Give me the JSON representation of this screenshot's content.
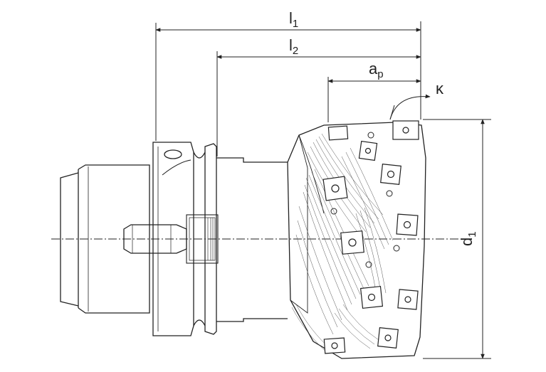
{
  "dimensions": {
    "l1": {
      "main": "l",
      "sub": "1"
    },
    "l2": {
      "main": "l",
      "sub": "2"
    },
    "ap": {
      "main": "a",
      "sub": "p"
    },
    "d1": {
      "main": "d",
      "sub": "1"
    },
    "kappa": {
      "symbol": "κ"
    }
  },
  "colors": {
    "line": "#222222",
    "hatch": "#555555",
    "background": "#ffffff"
  }
}
